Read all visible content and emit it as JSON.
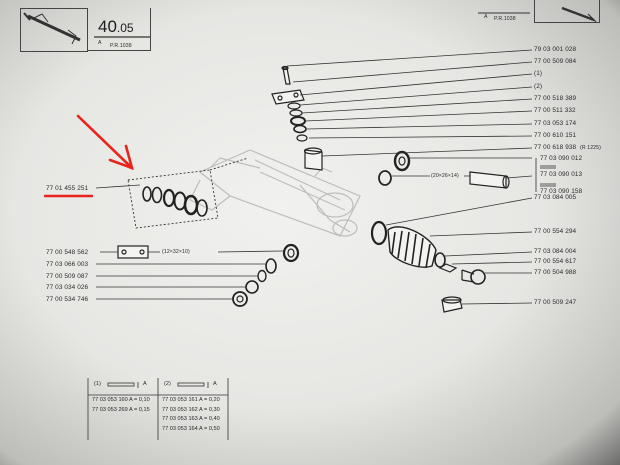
{
  "header": {
    "page_number": "40",
    "page_suffix": ".05",
    "left_code": "A",
    "left_ref": "P.R.1038",
    "right_code": "A",
    "right_ref": "P.R.1038"
  },
  "parts_right": [
    "79 03 001 028",
    "77 00 509 084",
    "(1)",
    "(2)",
    "77 00 518 389",
    "77 00 511 332",
    "77 03 053 174",
    "77 00 610 151",
    "77 00 618 938",
    "77 03 090 012",
    "77 03 090 013",
    "77 03 090 158",
    "77 03 084 005",
    "77 00 554 294",
    "77 03 084 004",
    "77 00 554 617",
    "77 00 504 988",
    "77 00 509 247"
  ],
  "r1225_note": "(R 1225)",
  "parts_left": [
    "77 00 548 562",
    "77 03 066 003",
    "77 00 509 087",
    "77 03 034 026",
    "77 00 534 746"
  ],
  "highlighted_part": "77 01 455 251",
  "dims": {
    "tube": "(20×26×14)",
    "block": "(12×32×10)"
  },
  "table_left": {
    "label": "(1)",
    "letter": "A",
    "rows": [
      "77 03 053 160   A = 0,10",
      "77 03 053 269   A = 0,15"
    ]
  },
  "table_right": {
    "label": "(2)",
    "letter": "A",
    "rows": [
      "77 03 053 161   A = 0,20",
      "77 03 053 162   A = 0,30",
      "77 03 053 163   A = 0,40",
      "77 03 053 164   A = 0,50"
    ]
  },
  "colors": {
    "annotation_red": "#e8241c",
    "ink": "#2a2a2a"
  }
}
